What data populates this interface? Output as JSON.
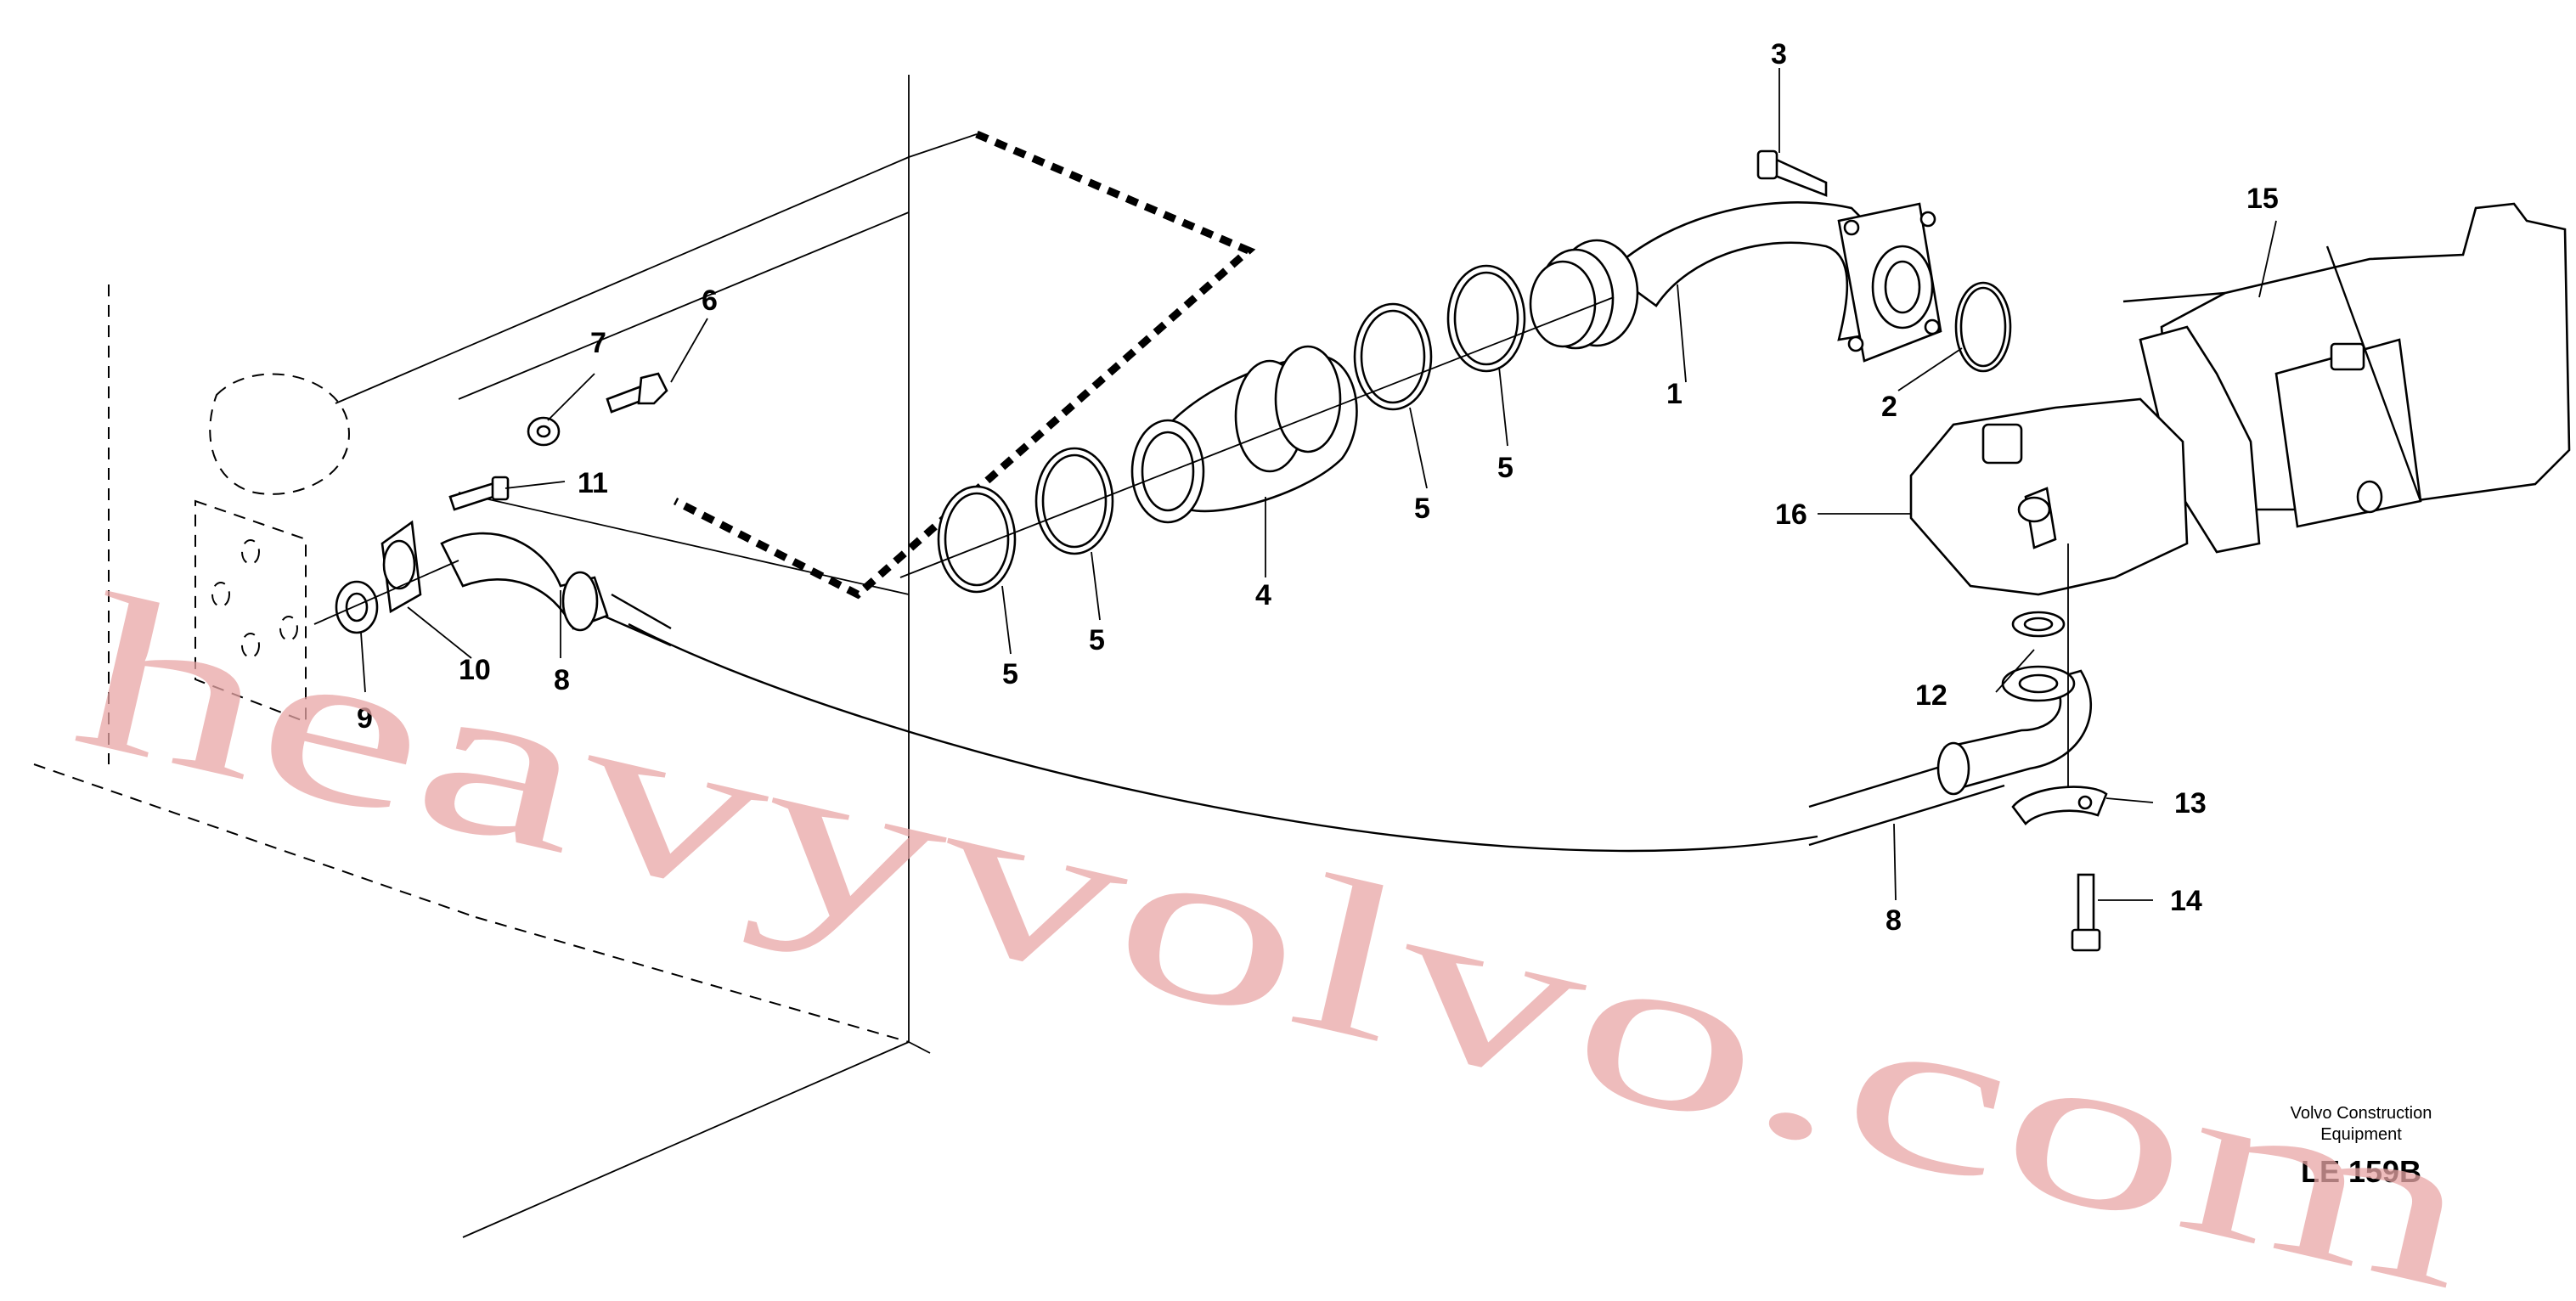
{
  "diagram": {
    "callouts": [
      {
        "id": "c1",
        "text": "1"
      },
      {
        "id": "c2",
        "text": "2"
      },
      {
        "id": "c3",
        "text": "3"
      },
      {
        "id": "c4",
        "text": "4"
      },
      {
        "id": "c5a",
        "text": "5"
      },
      {
        "id": "c5b",
        "text": "5"
      },
      {
        "id": "c5c",
        "text": "5"
      },
      {
        "id": "c5d",
        "text": "5"
      },
      {
        "id": "c6",
        "text": "6"
      },
      {
        "id": "c7",
        "text": "7"
      },
      {
        "id": "c8a",
        "text": "8"
      },
      {
        "id": "c8b",
        "text": "8"
      },
      {
        "id": "c9",
        "text": "9"
      },
      {
        "id": "c10",
        "text": "10"
      },
      {
        "id": "c11",
        "text": "11"
      },
      {
        "id": "c12",
        "text": "12"
      },
      {
        "id": "c13",
        "text": "13"
      },
      {
        "id": "c14",
        "text": "14"
      },
      {
        "id": "c15",
        "text": "15"
      },
      {
        "id": "c16",
        "text": "16"
      }
    ],
    "credit_line1": "Volvo Construction",
    "credit_line2": "Equipment",
    "drawing_code": "LE 159B",
    "watermark": "heavyvolvo.com"
  }
}
